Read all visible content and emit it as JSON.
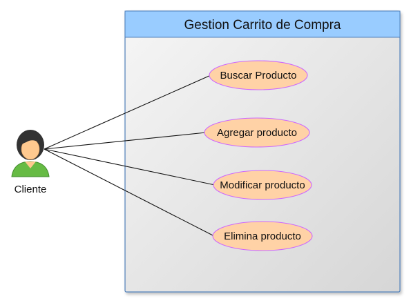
{
  "system": {
    "title": "Gestion Carrito de Compra"
  },
  "actor": {
    "name": "Cliente",
    "icon": "person-icon"
  },
  "use_cases": [
    {
      "label": "Buscar Producto"
    },
    {
      "label": "Agregar producto"
    },
    {
      "label": "Modificar producto"
    },
    {
      "label": "Elimina producto"
    }
  ],
  "colors": {
    "boundary_header": "#99ccff",
    "boundary_border": "#4f7fb9",
    "boundary_fill_top": "#f6f6f6",
    "boundary_fill_bottom": "#d6d6d6",
    "use_case_fill": "#ffd2a6",
    "use_case_border": "#cc66ff",
    "association_line": "#111111",
    "actor_body": "#66bb44",
    "actor_skin": "#ffc98f",
    "actor_hair": "#333333"
  }
}
